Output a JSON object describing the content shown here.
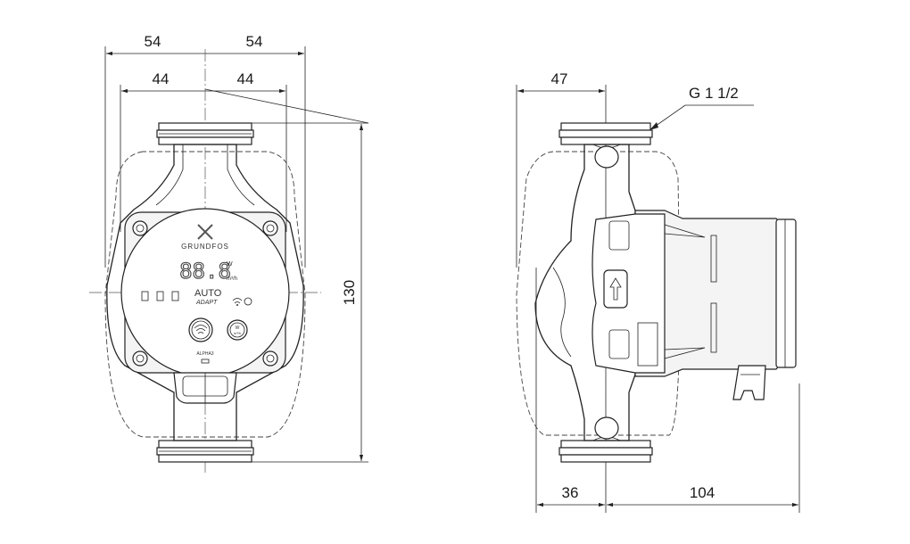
{
  "front_view": {
    "dimensions": {
      "outer_left": "54",
      "outer_right": "54",
      "inner_left": "44",
      "inner_right": "44",
      "height": "130"
    },
    "panel": {
      "brand": "GRUNDFOS",
      "display_value": "88.8",
      "unit_power": "W",
      "unit_flow": "m³/h",
      "mode_primary": "AUTO",
      "mode_secondary": "ADAPT",
      "model": "ALPHA3",
      "button_unit_line1": "W",
      "button_unit_line2": "m³/h"
    }
  },
  "side_view": {
    "dimensions": {
      "top_offset": "47",
      "bottom_left": "36",
      "bottom_right": "104"
    },
    "thread_label": "G 1 1/2"
  }
}
